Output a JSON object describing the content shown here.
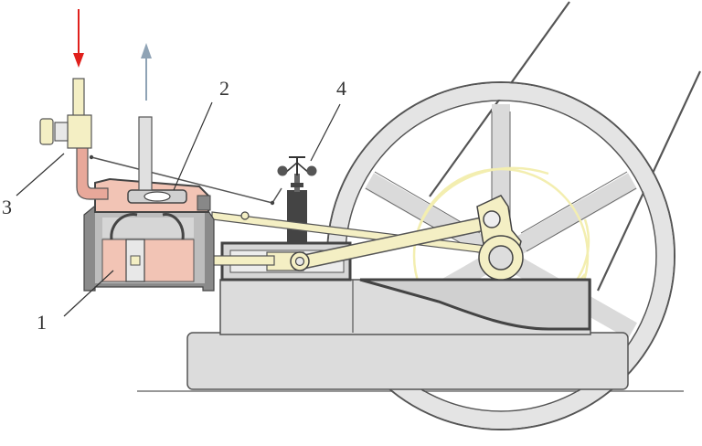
{
  "callouts": [
    {
      "id": "1",
      "label": "1"
    },
    {
      "id": "2",
      "label": "2"
    },
    {
      "id": "3",
      "label": "3"
    },
    {
      "id": "4",
      "label": "4"
    }
  ],
  "arrows": {
    "steam_in_color": "#e0201c",
    "exhaust_out_color": "#8fa3b5"
  },
  "colors": {
    "outline": "#444444",
    "frame_fill": "#dcdcdc",
    "cylinder_fill": "#f2c4b5",
    "rod_fill": "#f4efc4",
    "flywheel_glow": "#f3eeb0"
  }
}
